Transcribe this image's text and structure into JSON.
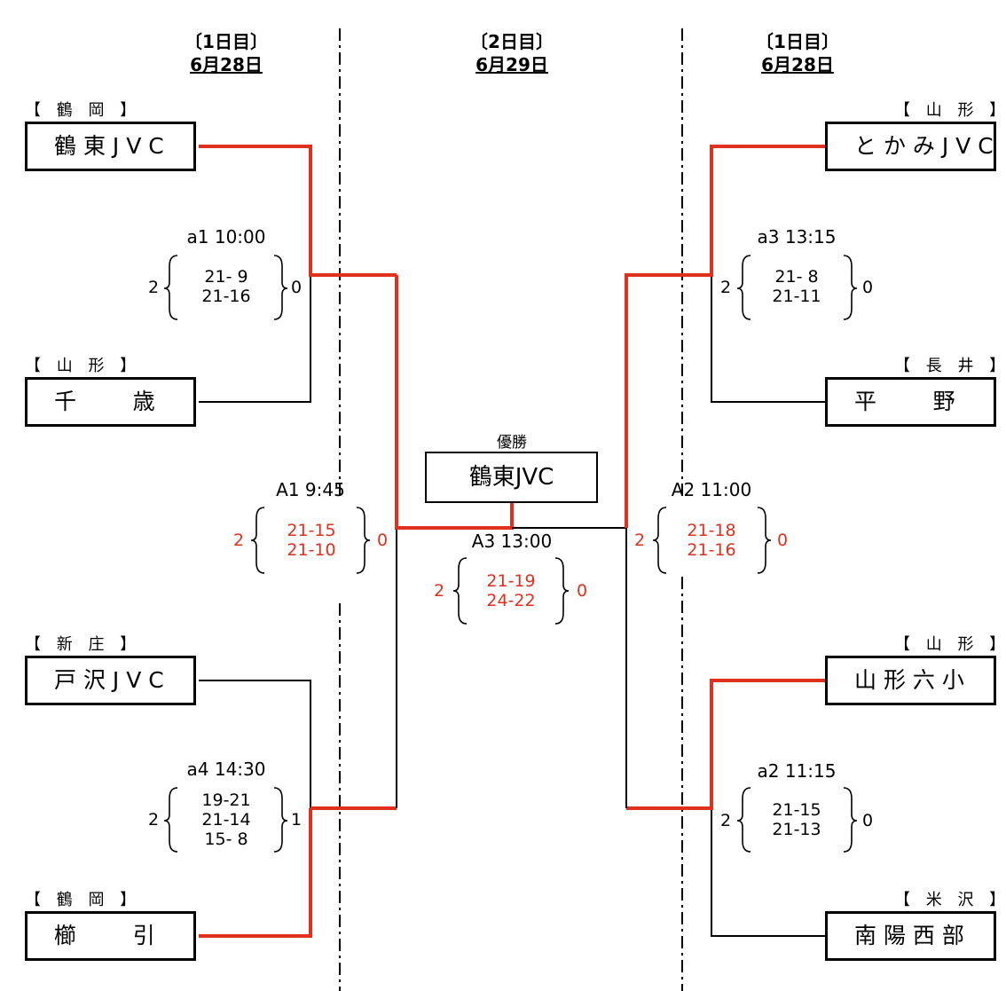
{
  "headers": {
    "left": {
      "day": "〔1日目〕",
      "date": "6月28日"
    },
    "center": {
      "day": "〔2日目〕",
      "date": "6月29日"
    },
    "right": {
      "day": "〔1日目〕",
      "date": "6月28日"
    }
  },
  "champion": {
    "label": "優勝",
    "team": "鶴東JVC"
  },
  "teams": {
    "l1": {
      "pref": "【 鶴 岡 】",
      "name": "鶴 東 J V C"
    },
    "l2": {
      "pref": "【 山 形 】",
      "name": "千        歳"
    },
    "l3": {
      "pref": "【 新 庄 】",
      "name": "戸 沢 J V C"
    },
    "l4": {
      "pref": "【 鶴 岡 】",
      "name": "櫛        引"
    },
    "r1": {
      "pref": "【 山 形 】",
      "name": "と か み J V C"
    },
    "r2": {
      "pref": "【 長 井 】",
      "name": "平        野"
    },
    "r3": {
      "pref": "【 山 形 】",
      "name": "山 形 六 小"
    },
    "r4": {
      "pref": "【 米 沢 】",
      "name": "南 陽 西 部"
    }
  },
  "matches": {
    "a1": {
      "label": "a1 10:00",
      "sets": [
        "21- 9",
        "21-16"
      ],
      "left": "2",
      "right": "0"
    },
    "a4": {
      "label": "a4 14:30",
      "sets": [
        "19-21",
        "21-14",
        "15- 8"
      ],
      "left": "2",
      "right": "1"
    },
    "a3": {
      "label": "a3 13:15",
      "sets": [
        "21- 8",
        "21-11"
      ],
      "left": "2",
      "right": "0"
    },
    "a2": {
      "label": "a2 11:15",
      "sets": [
        "21-15",
        "21-13"
      ],
      "left": "2",
      "right": "0"
    },
    "A1": {
      "label": "A1 9:45",
      "sets": [
        "21-15",
        "21-10"
      ],
      "left": "2",
      "right": "0"
    },
    "A2": {
      "label": "A2 11:00",
      "sets": [
        "21-18",
        "21-16"
      ],
      "left": "2",
      "right": "0"
    },
    "A3": {
      "label": "A3 13:00",
      "sets": [
        "21-19",
        "24-22"
      ],
      "left": "2",
      "right": "0"
    }
  },
  "colors": {
    "win": "#e0301e",
    "line": "#000000"
  }
}
